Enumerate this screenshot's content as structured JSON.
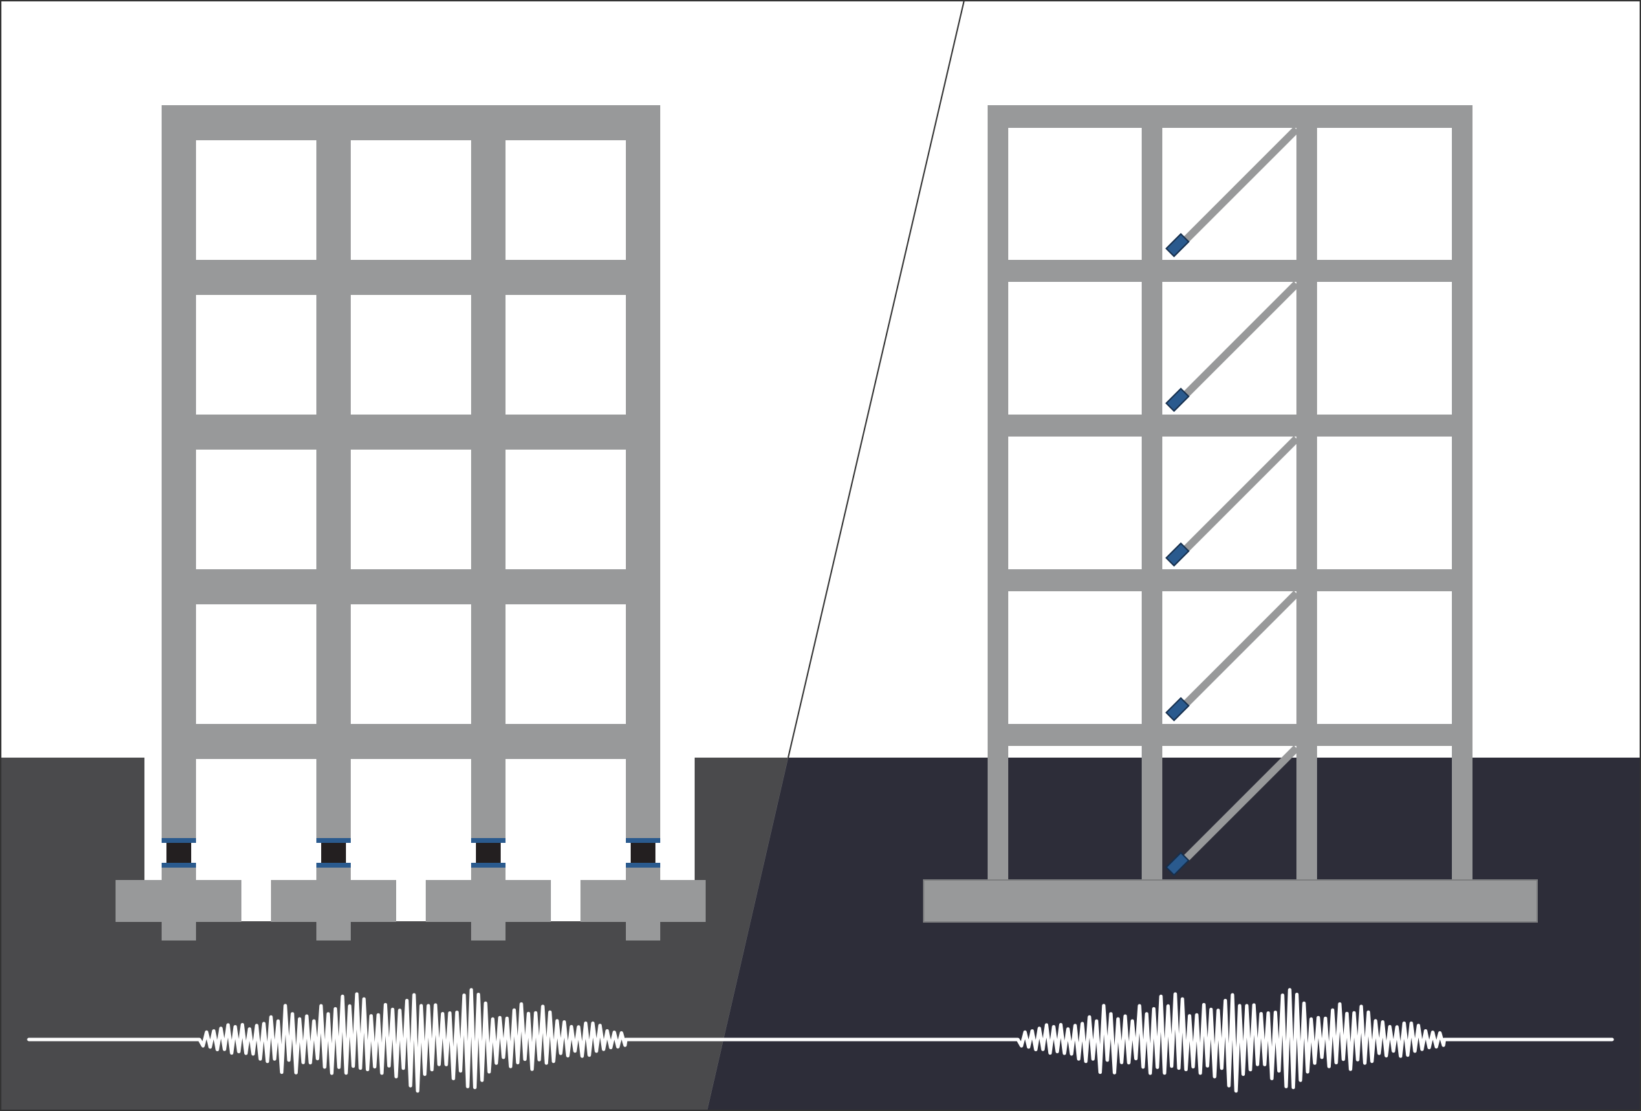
{
  "diagram": {
    "panels": [
      {
        "id": "left",
        "system": "base-isolation",
        "stories": 5,
        "bays": 3,
        "isolator_count": 4,
        "ground_color": "#4a4a4c"
      },
      {
        "id": "right",
        "system": "damped-braced-frame",
        "stories": 5,
        "bays": 3,
        "damper_count": 5,
        "ground_color": "#2d2d39"
      }
    ],
    "colors": {
      "background": "#ffffff",
      "frame": "#98999a",
      "isolator_plate": "#2a5a8e",
      "isolator_core": "#231f20",
      "damper": "#2a5a8e",
      "seismic_wave": "#ffffff",
      "border": "#333333"
    },
    "icons": [
      "seismic-wave-icon",
      "isolator-icon",
      "damper-icon"
    ]
  }
}
